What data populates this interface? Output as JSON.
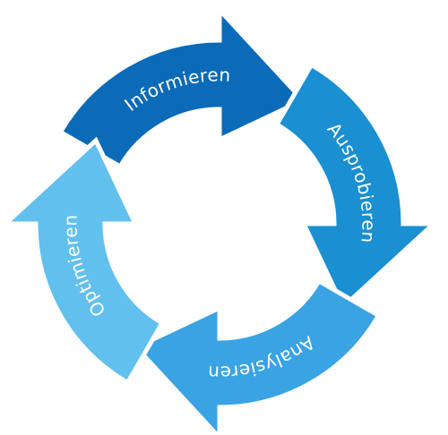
{
  "diagram": {
    "type": "cycle",
    "direction": "clockwise",
    "steps": [
      {
        "label": "Informieren",
        "color": "#0b6bb8"
      },
      {
        "label": "Ausprobieren",
        "color": "#1a8fd1"
      },
      {
        "label": "Analysieren",
        "color": "#3aa3e3"
      },
      {
        "label": "Optimieren",
        "color": "#62c0ef"
      }
    ],
    "outline_color": "#ffffff"
  }
}
